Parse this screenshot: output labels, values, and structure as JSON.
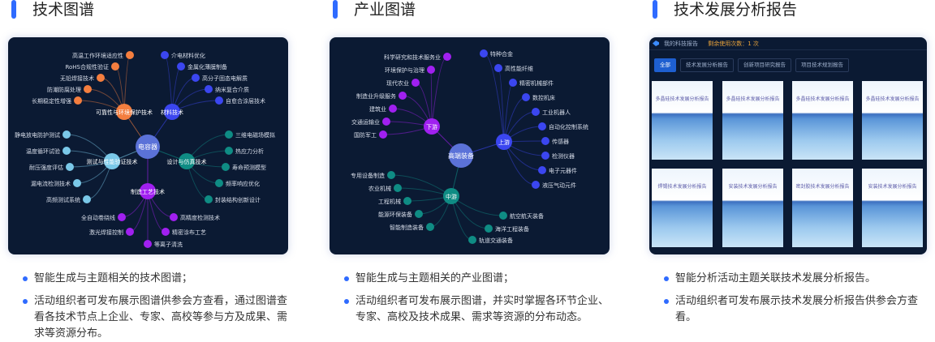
{
  "sections": [
    {
      "title": "技术图谱",
      "bullets": [
        "智能生成与主题相关的技术图谱；",
        "活动组织者可发布展示图谱供参会方查看，通过图谱查看各技术节点上企业、专家、高校等参与方及成果、需求等资源分布。"
      ]
    },
    {
      "title": "产业图谱",
      "bullets": [
        "智能生成与主题相关的产业图谱；",
        "活动组织者可发布展示图谱，并实时掌握各环节企业、专家、高校及技术成果、需求等资源的分布动态。"
      ]
    },
    {
      "title": "技术发展分析报告",
      "bullets": [
        "智能分析活动主题关联技术发展分析报告。",
        "活动组织者可发布展示技术发展分析报告供参会方查看。"
      ]
    }
  ],
  "tech_graph": {
    "center": "电容器",
    "branches": [
      {
        "label": "可靠性与环境保护技术",
        "color": "#f47e3f",
        "leaves": [
          "高温工作环境适应性",
          "RoHS合规性验证",
          "无铅焊接技术",
          "防潮防腐处理",
          "长期稳定性增强"
        ]
      },
      {
        "label": "材料技术",
        "color": "#3b46f0",
        "leaves": [
          "介电材料优化",
          "金属化薄膜制备",
          "高分子固态电解质",
          "纳米复合介质",
          "自愈合涂层技术"
        ]
      },
      {
        "label": "测试与性能验证技术",
        "color": "#7ac8e8",
        "leaves": [
          "静电放电防护测试",
          "温度循环试验",
          "耐压强度评估",
          "漏电流检测技术",
          "高频测试系统"
        ]
      },
      {
        "label": "设计与仿真技术",
        "color": "#0f8c84",
        "leaves": [
          "三维电磁场模拟",
          "热应力分析",
          "寿命预测模型",
          "频率响应优化",
          "封装结构创新设计"
        ]
      },
      {
        "label": "制造工艺技术",
        "color": "#a020f0",
        "leaves": [
          "全自动卷绕线",
          "激光焊接控制",
          "等离子清洗",
          "精密涂布工艺",
          "高精度检测技术"
        ]
      }
    ]
  },
  "industry_graph": {
    "center": "高端装备",
    "branches": [
      {
        "label": "下游",
        "color": "#a020f0",
        "leaves": [
          "科学研究和技术服务业",
          "环境保护与治理",
          "现代农业",
          "制造业升级服务",
          "建筑业",
          "交通运输业",
          "国防军工"
        ]
      },
      {
        "label": "上游",
        "color": "#3b46f0",
        "leaves": [
          "特种合金",
          "高性能纤维",
          "精密机械部件",
          "数控机床",
          "工业机器人",
          "自动化控制系统",
          "传感器",
          "检测仪器",
          "电子元器件",
          "液压气动元件"
        ]
      },
      {
        "label": "中游",
        "color": "#0f8c84",
        "leaves": [
          "专用设备制造",
          "农业机械",
          "工程机械",
          "能源环保装备",
          "智能制造装备",
          "轨道交通装备",
          "海洋工程装备",
          "航空航天装备"
        ]
      }
    ]
  },
  "reports": {
    "header": "我的科技报告",
    "remaining": "剩余使用次数：1 次",
    "tabs": [
      "全部",
      "技术发展分析报告",
      "创新项目研究报告",
      "项目技术规划报告"
    ],
    "cards": [
      "多晶硅技术发展分析报告",
      "多晶硅技术发展分析报告",
      "多晶硅技术发展分析报告",
      "多晶硅技术发展分析报告",
      "焊锡技术发展分析报告",
      "安装技术发展分析报告",
      "密封胶技术发展分析报告",
      "安装技术发展分析报告"
    ]
  }
}
